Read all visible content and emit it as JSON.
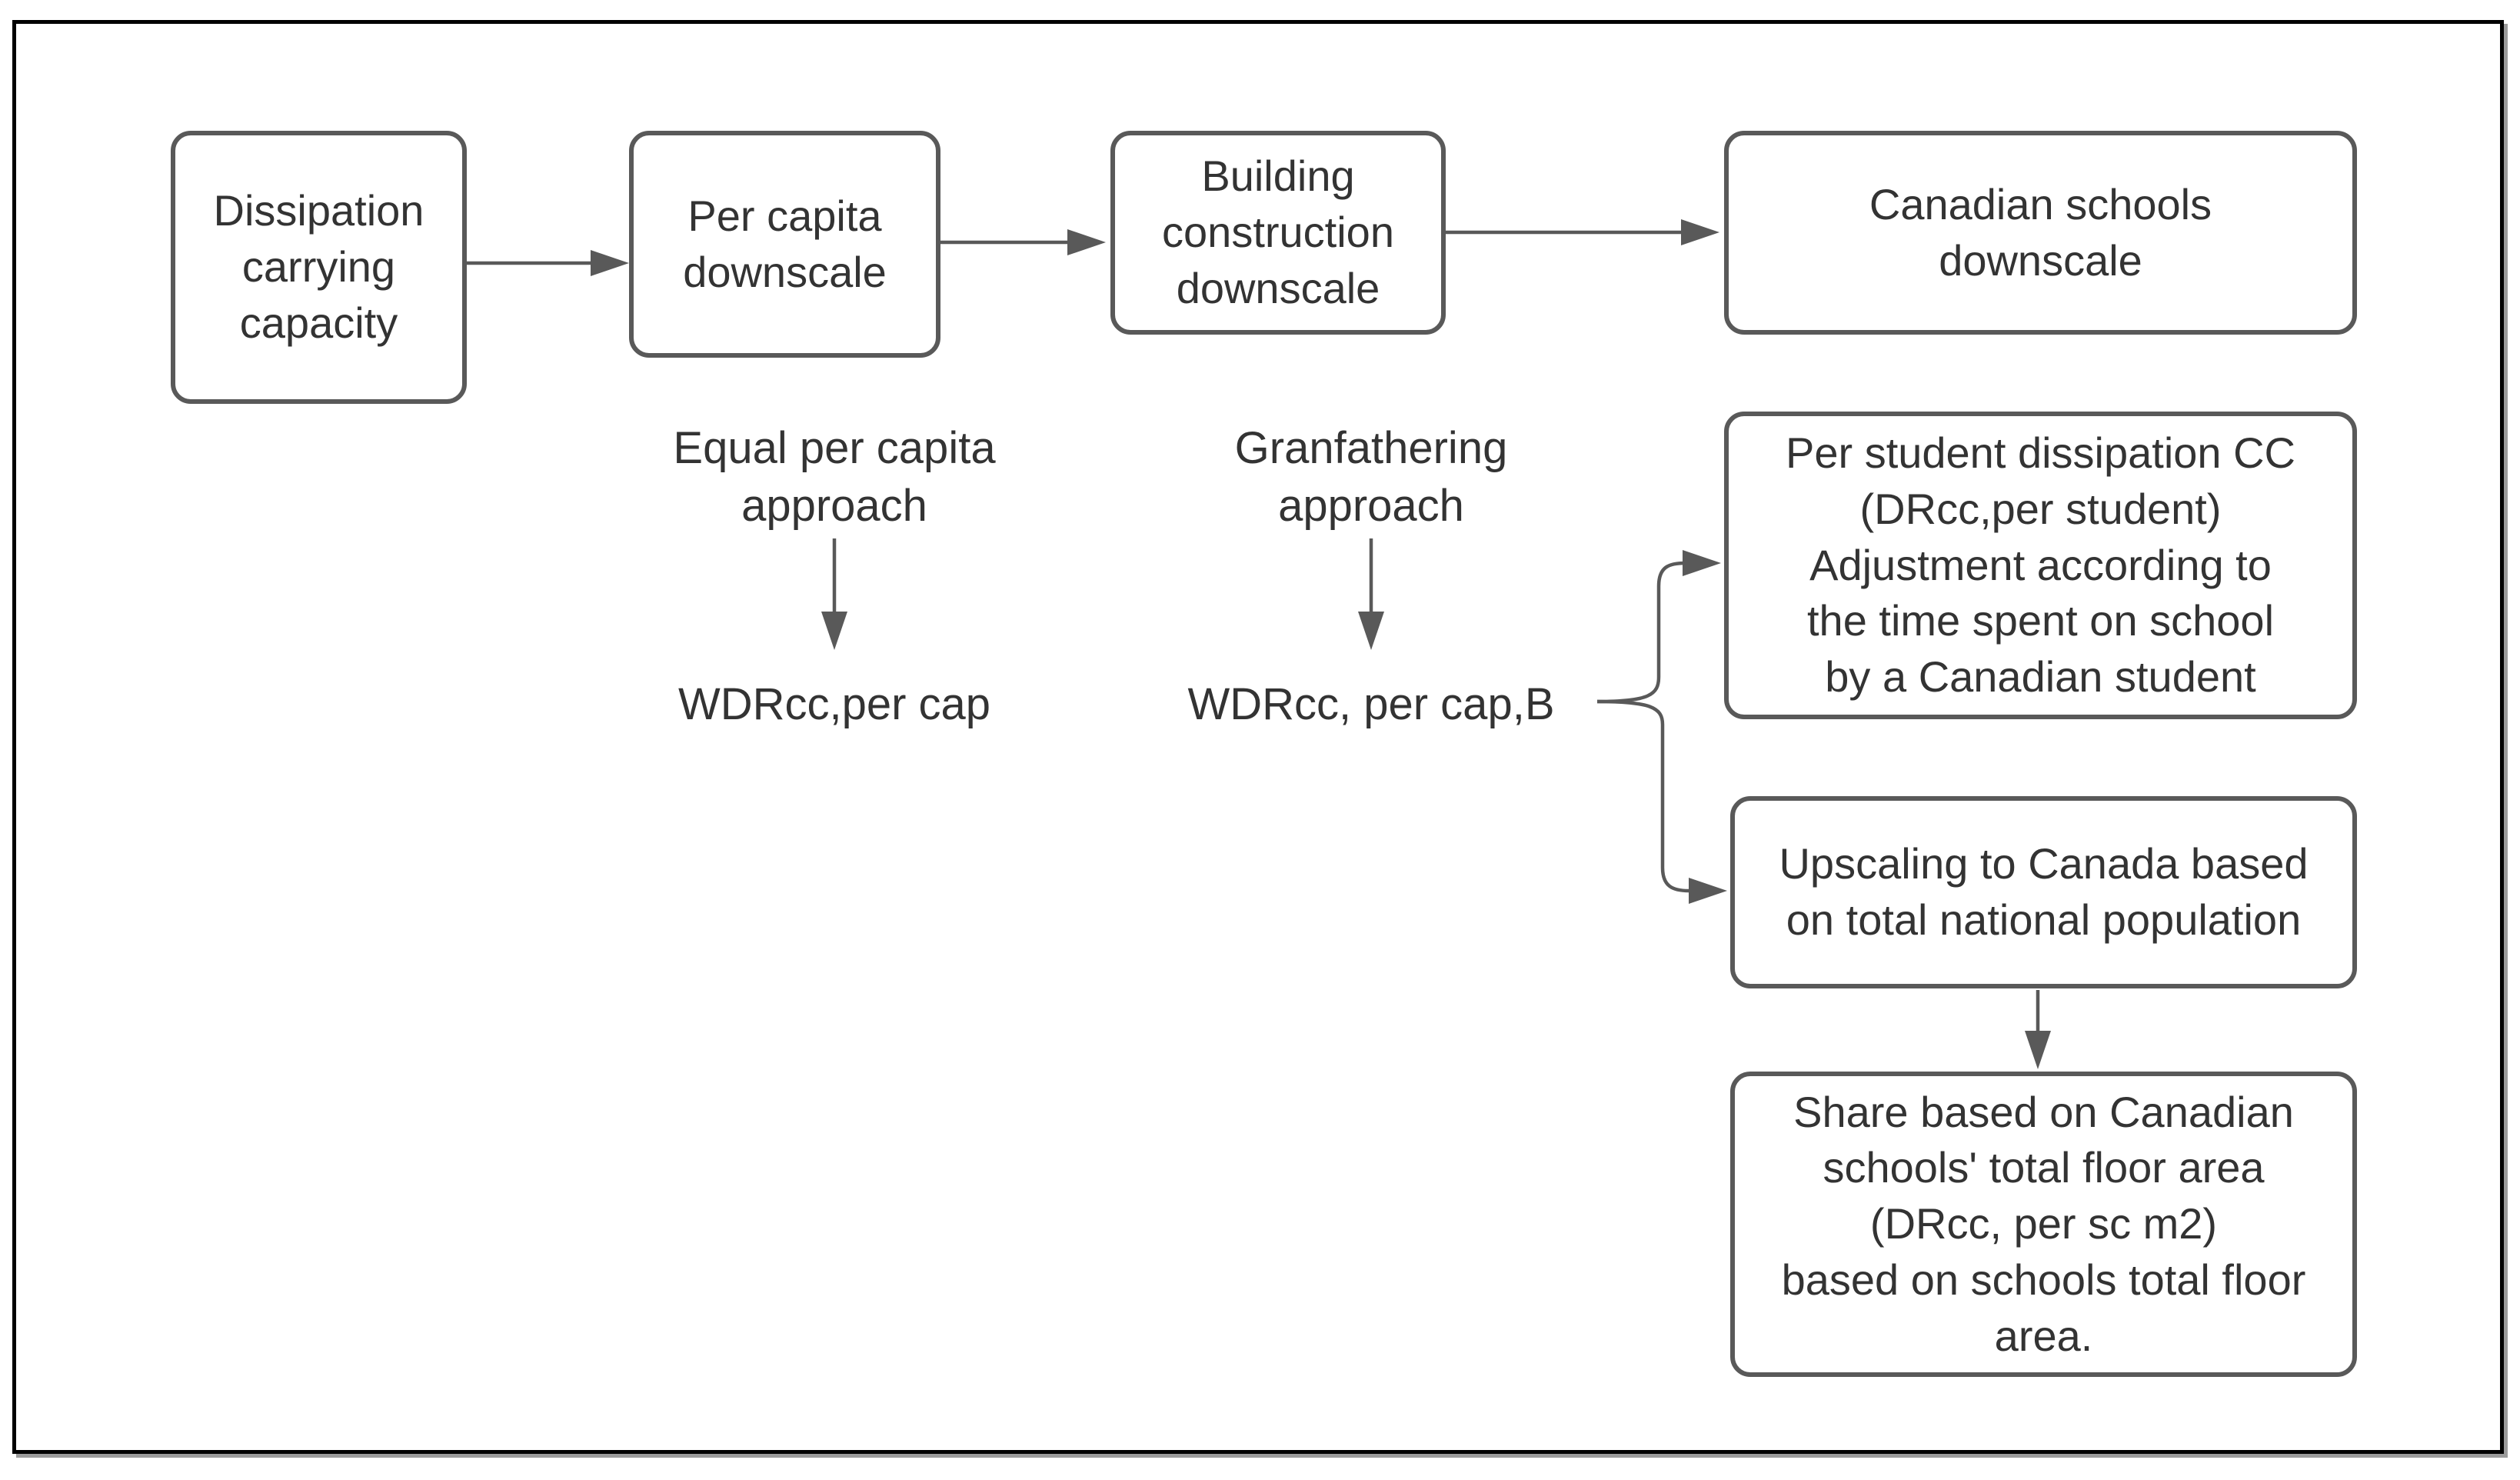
{
  "figure": {
    "type": "flowchart",
    "colors": {
      "node_border": "#595959",
      "connector": "#595959",
      "text": "#333333",
      "frame_border": "#000000",
      "background": "#ffffff"
    },
    "nodes": [
      {
        "id": "dissipation-carrying-capacity",
        "lines": [
          "Dissipation",
          "carrying",
          "capacity"
        ]
      },
      {
        "id": "per-capita-downscale",
        "lines": [
          "Per capita",
          "downscale"
        ]
      },
      {
        "id": "building-construction-downscale",
        "lines": [
          "Building",
          "construction",
          "downscale"
        ]
      },
      {
        "id": "canadian-schools-downscale",
        "lines": [
          "Canadian schools",
          "downscale"
        ]
      },
      {
        "id": "per-student-dissipation-cc",
        "lines": [
          "Per student dissipation CC",
          "(DRcc,per student)",
          "Adjustment according to",
          "the time spent on school",
          "by a Canadian student"
        ]
      },
      {
        "id": "upscaling-to-canada",
        "lines": [
          "Upscaling to Canada based",
          "on total national population"
        ]
      },
      {
        "id": "share-schools-floor-area",
        "lines": [
          "Share based on Canadian",
          "schools' total floor area",
          "(DRcc, per sc m2)",
          "based on schools total floor",
          "area."
        ]
      }
    ],
    "floating_labels": [
      {
        "id": "equal-per-capita-approach",
        "lines": [
          "Equal per capita",
          "approach"
        ]
      },
      {
        "id": "wdrcc-per-cap",
        "lines": [
          "WDRcc,per cap"
        ]
      },
      {
        "id": "granfathering-approach",
        "lines": [
          "Granfathering",
          "approach"
        ]
      },
      {
        "id": "wdrcc-per-cap-b",
        "lines": [
          "WDRcc, per cap,B"
        ]
      }
    ]
  }
}
